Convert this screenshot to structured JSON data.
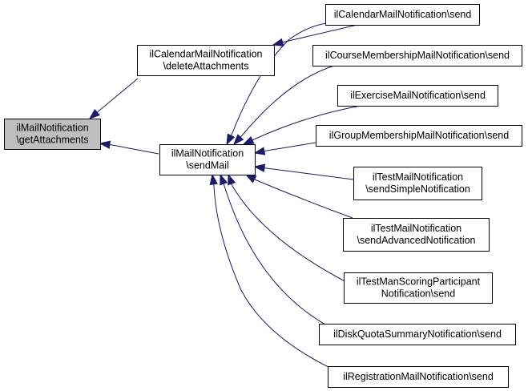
{
  "diagram": {
    "type": "call-graph",
    "colors": {
      "edge": "#191970",
      "focus_fill": "#bfbfbf",
      "node_fill": "#ffffff",
      "node_border": "#000000"
    },
    "nodes": [
      {
        "id": "getAttachments",
        "lines": [
          "ilMailNotification",
          "\\getAttachments"
        ],
        "focus": true
      },
      {
        "id": "deleteAttachments",
        "lines": [
          "ilCalendarMailNotification",
          "\\deleteAttachments"
        ]
      },
      {
        "id": "sendMail",
        "lines": [
          "ilMailNotification",
          "\\sendMail"
        ]
      },
      {
        "id": "calSend",
        "lines": [
          "ilCalendarMailNotification\\send"
        ]
      },
      {
        "id": "courseSend",
        "lines": [
          "ilCourseMembershipMailNotification\\send"
        ]
      },
      {
        "id": "exerciseSend",
        "lines": [
          "ilExerciseMailNotification\\send"
        ]
      },
      {
        "id": "groupSend",
        "lines": [
          "ilGroupMembershipMailNotification\\send"
        ]
      },
      {
        "id": "testSimple",
        "lines": [
          "ilTestMailNotification",
          "\\sendSimpleNotification"
        ]
      },
      {
        "id": "testAdvanced",
        "lines": [
          "ilTestMailNotification",
          "\\sendAdvancedNotification"
        ]
      },
      {
        "id": "scoringSend",
        "lines": [
          "ilTestManScoringParticipant",
          "Notification\\send"
        ]
      },
      {
        "id": "diskSend",
        "lines": [
          "ilDiskQuotaSummaryNotification\\send"
        ]
      },
      {
        "id": "regSend",
        "lines": [
          "ilRegistrationMailNotification\\send"
        ]
      }
    ],
    "edges": [
      {
        "from": "deleteAttachments",
        "to": "getAttachments"
      },
      {
        "from": "sendMail",
        "to": "getAttachments"
      },
      {
        "from": "calSend",
        "to": "deleteAttachments"
      },
      {
        "from": "calSend",
        "to": "sendMail"
      },
      {
        "from": "courseSend",
        "to": "sendMail"
      },
      {
        "from": "exerciseSend",
        "to": "sendMail"
      },
      {
        "from": "groupSend",
        "to": "sendMail"
      },
      {
        "from": "testSimple",
        "to": "sendMail"
      },
      {
        "from": "testAdvanced",
        "to": "sendMail"
      },
      {
        "from": "scoringSend",
        "to": "sendMail"
      },
      {
        "from": "diskSend",
        "to": "sendMail"
      },
      {
        "from": "regSend",
        "to": "sendMail"
      }
    ]
  }
}
